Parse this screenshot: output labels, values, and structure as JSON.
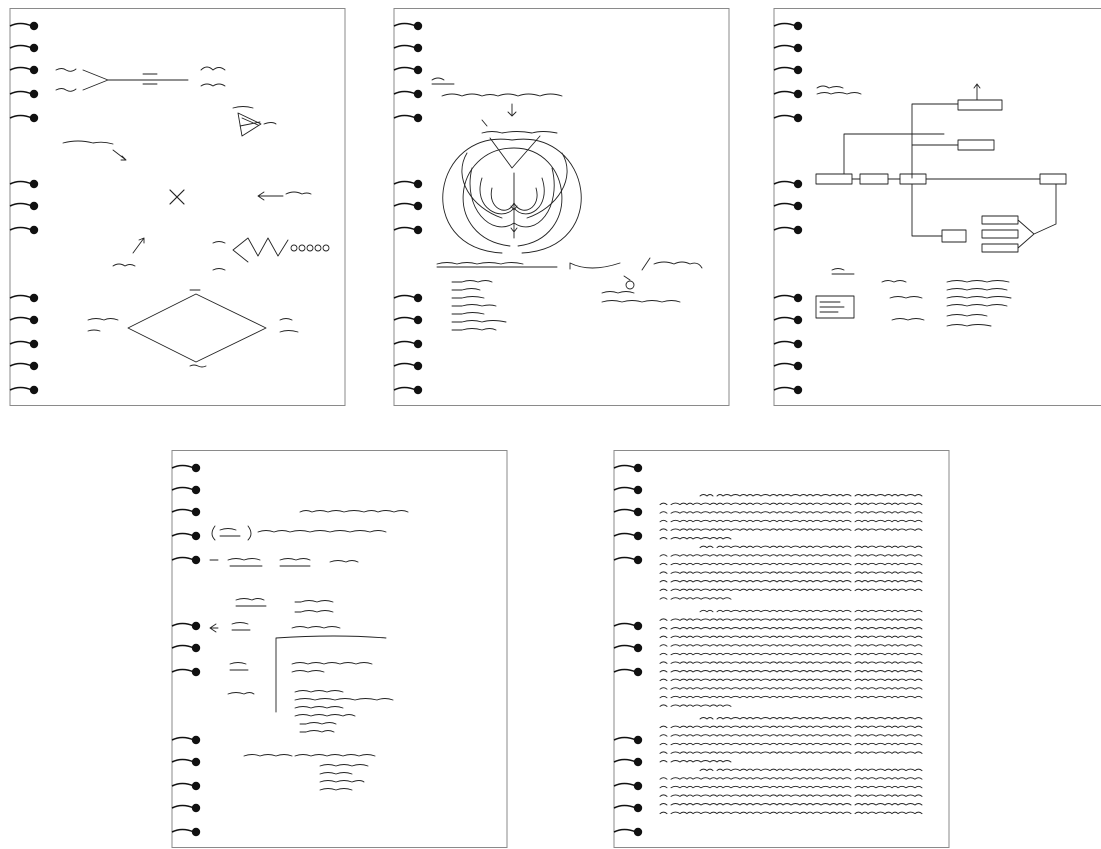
{
  "pages": [
    {
      "name": "notebook-page-1",
      "content": "sketch-shapes"
    },
    {
      "name": "notebook-page-2",
      "content": "sketch-diagram"
    },
    {
      "name": "notebook-page-3",
      "content": "flowchart"
    },
    {
      "name": "notebook-page-4",
      "content": "handwritten-notes"
    },
    {
      "name": "notebook-page-5",
      "content": "handwritten-text"
    }
  ],
  "colors": {
    "paper": "#ffffff",
    "ink": "#222222",
    "border": "#8a8a8a",
    "ring": "#111111"
  },
  "icons": [
    "spiral-binding-icon"
  ]
}
